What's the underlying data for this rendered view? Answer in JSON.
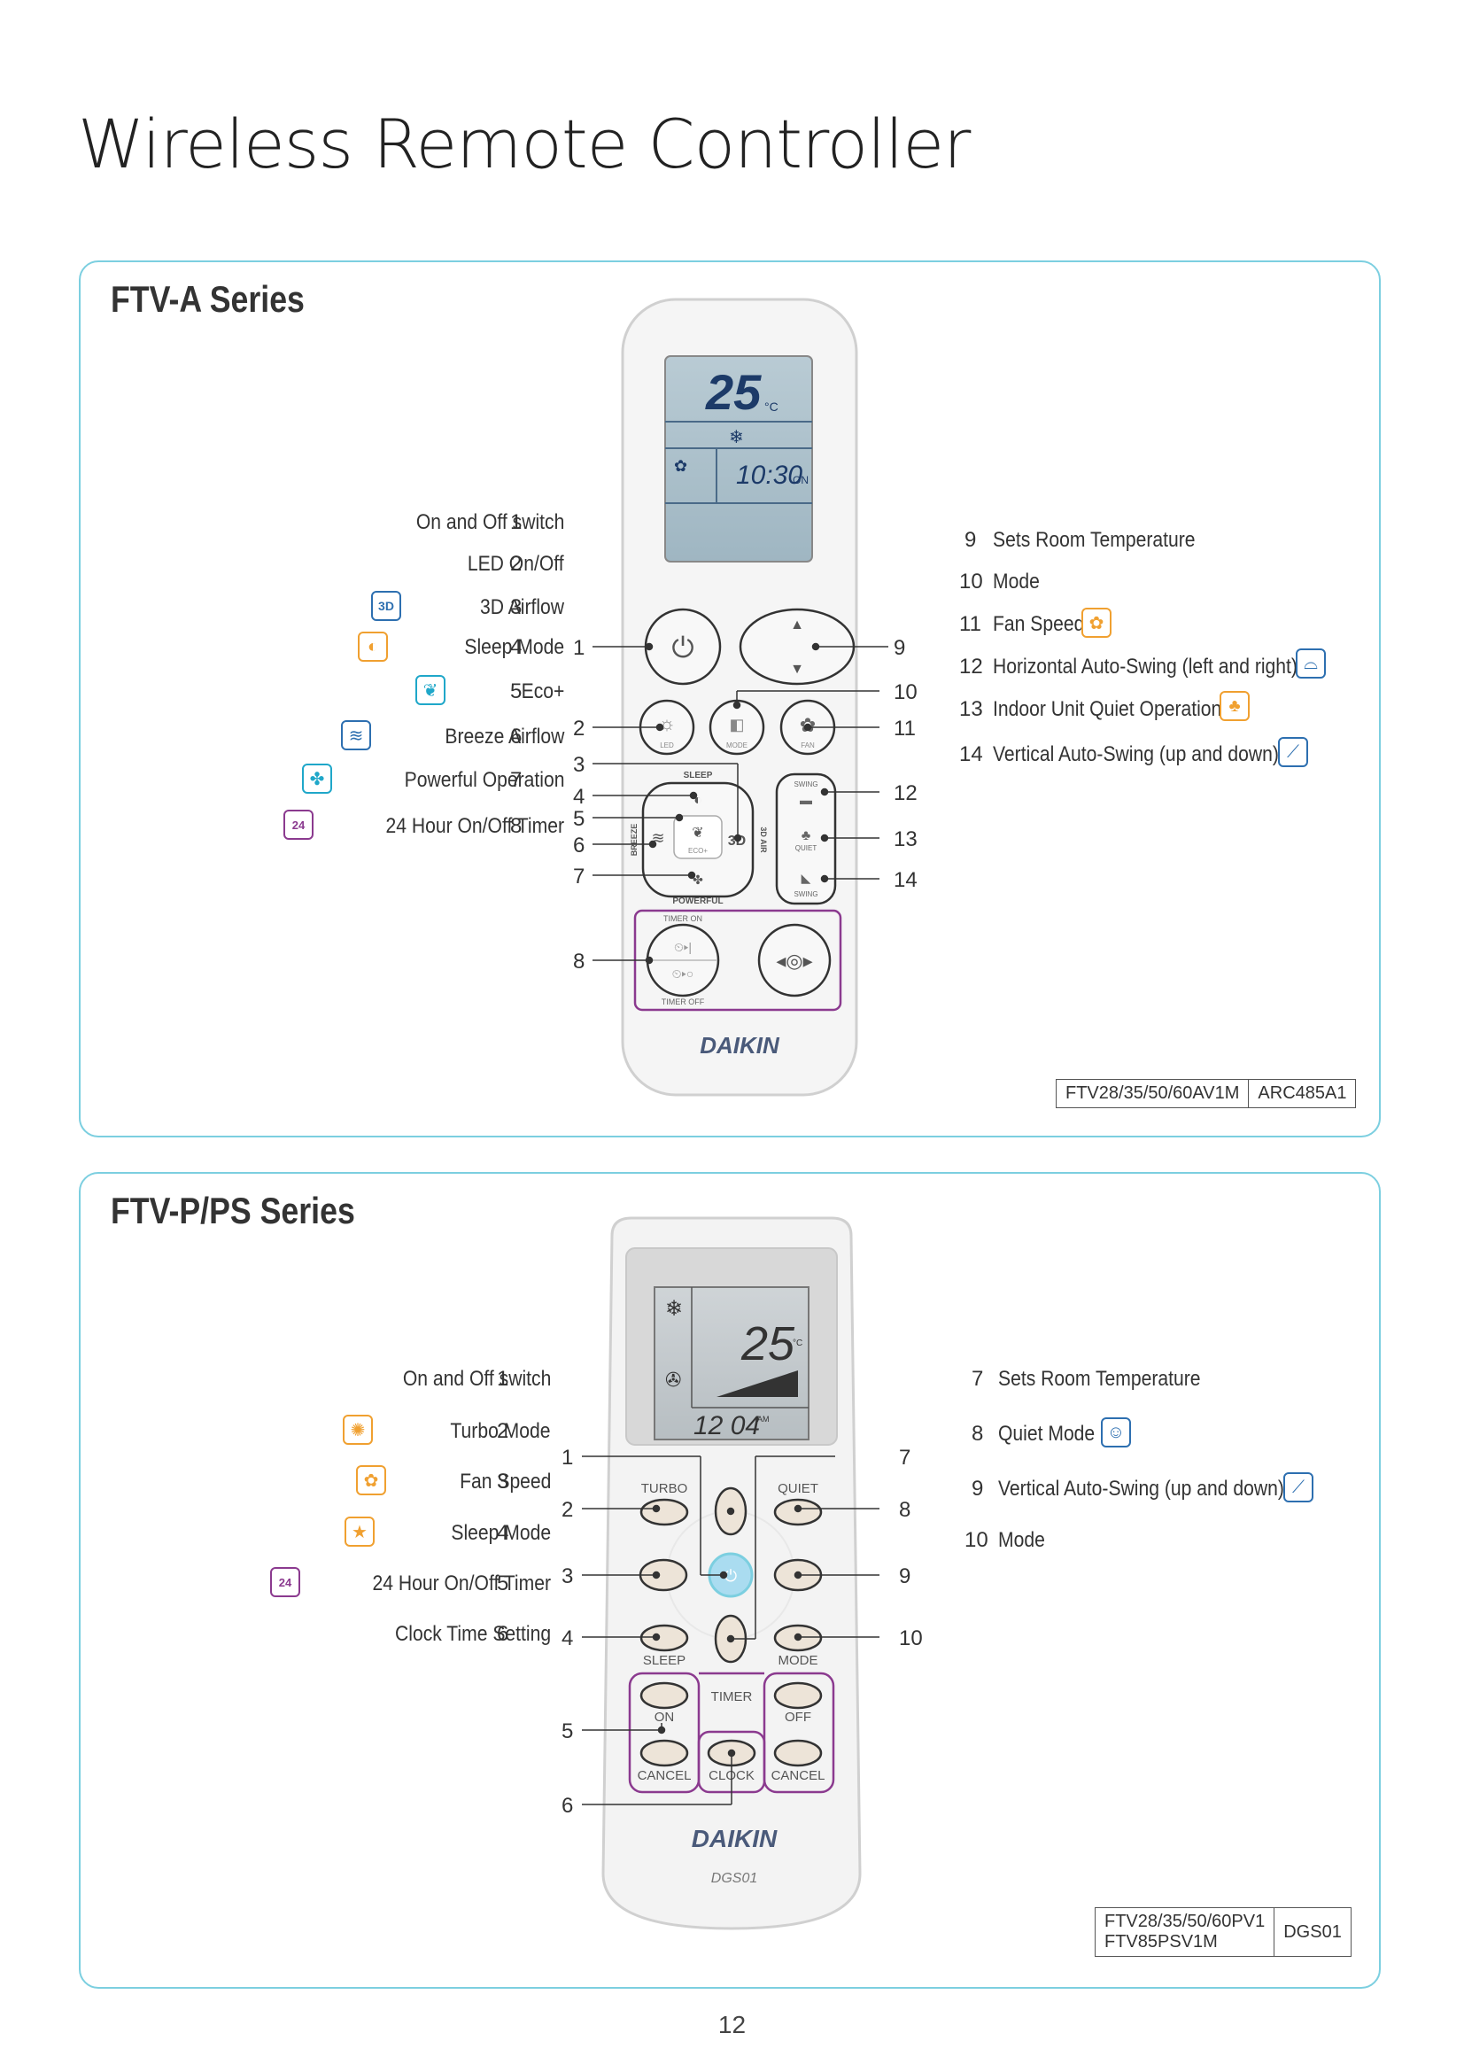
{
  "page_title": "Wireless Remote Controller",
  "page_number": "12",
  "colors": {
    "panel_border": "#7ccfe0",
    "orange": "#f0a030",
    "blue": "#2d6fb0",
    "teal": "#1fa7c9",
    "purple": "#8b3a8f"
  },
  "series_a": {
    "title": "FTV-A Series",
    "left_items": [
      {
        "label": "On and Off switch",
        "num": "1",
        "icon": ""
      },
      {
        "label": "LED On/Off",
        "num": "2",
        "icon": ""
      },
      {
        "label": "3D Airflow",
        "num": "3",
        "icon": "3d-airflow-icon"
      },
      {
        "label": "Sleep Mode",
        "num": "4",
        "icon": "sleep-mode-icon"
      },
      {
        "label": "Eco+",
        "num": "5",
        "icon": "eco-plus-icon"
      },
      {
        "label": "Breeze Airflow",
        "num": "6",
        "icon": "breeze-airflow-icon"
      },
      {
        "label": "Powerful Operation",
        "num": "7",
        "icon": "powerful-icon"
      },
      {
        "label": "24 Hour On/Off Timer",
        "num": "8",
        "icon": "24h-timer-icon"
      }
    ],
    "right_items": [
      {
        "label": "Sets Room Temperature",
        "num": "9",
        "icon": ""
      },
      {
        "label": "Mode",
        "num": "10",
        "icon": ""
      },
      {
        "label": "Fan Speed",
        "num": "11",
        "icon": "fan-speed-icon"
      },
      {
        "label": "Horizontal Auto-Swing (left and right)",
        "num": "12",
        "icon": "horizontal-swing-icon"
      },
      {
        "label": "Indoor Unit Quiet Operation",
        "num": "13",
        "icon": "quiet-operation-icon"
      },
      {
        "label": "Vertical Auto-Swing (up and down)",
        "num": "14",
        "icon": "vertical-swing-icon"
      }
    ],
    "callouts": [
      "1",
      "2",
      "3",
      "4",
      "5",
      "6",
      "7",
      "8",
      "9",
      "10",
      "11",
      "12",
      "13",
      "14"
    ],
    "remote": {
      "lcd_temp": "25",
      "lcd_unit": "°C",
      "lcd_time": "10:30",
      "lcd_on": "ON",
      "btn_led": "LED",
      "btn_mode": "MODE",
      "btn_fan": "FAN",
      "sleep": "SLEEP",
      "breeze": "BREEZE",
      "eco": "ECO+",
      "airflow": "3D AIR",
      "powerful": "POWERFUL",
      "swing": "SWING",
      "quiet": "QUIET",
      "swing2": "SWING",
      "timer_on": "TIMER ON",
      "timer_off": "TIMER OFF",
      "brand": "DAIKIN"
    },
    "model_table": {
      "model": "FTV28/35/50/60AV1M",
      "remote": "ARC485A1"
    }
  },
  "series_p": {
    "title": "FTV-P/PS Series",
    "left_items": [
      {
        "label": "On and Off switch",
        "num": "1",
        "icon": ""
      },
      {
        "label": "Turbo Mode",
        "num": "2",
        "icon": "turbo-mode-icon"
      },
      {
        "label": "Fan Speed",
        "num": "3",
        "icon": "fan-speed-icon"
      },
      {
        "label": "Sleep Mode",
        "num": "4",
        "icon": "sleep-mode-icon"
      },
      {
        "label": "24 Hour On/Off Timer",
        "num": "5",
        "icon": "24h-timer-icon"
      },
      {
        "label": "Clock Time Setting",
        "num": "6",
        "icon": ""
      }
    ],
    "right_items": [
      {
        "label": "Sets Room Temperature",
        "num": "7",
        "icon": ""
      },
      {
        "label": "Quiet Mode",
        "num": "8",
        "icon": "quiet-mode-icon"
      },
      {
        "label": "Vertical Auto-Swing (up and down)",
        "num": "9",
        "icon": "vertical-swing-icon"
      },
      {
        "label": "Mode",
        "num": "10",
        "icon": ""
      }
    ],
    "callouts": [
      "1",
      "2",
      "3",
      "4",
      "5",
      "6",
      "7",
      "8",
      "9",
      "10"
    ],
    "remote": {
      "lcd_temp": "25",
      "lcd_unit": "°C",
      "lcd_time": "12 04",
      "lcd_am": "AM",
      "turbo": "TURBO",
      "quiet": "QUIET",
      "sleep": "SLEEP",
      "mode": "MODE",
      "timer": "TIMER",
      "on": "ON",
      "off": "OFF",
      "cancel": "CANCEL",
      "clock": "CLOCK",
      "cancel2": "CANCEL",
      "brand": "DAIKIN",
      "model_code": "DGS01"
    },
    "model_table": {
      "model": "FTV28/35/50/60PV1\nFTV85PSV1M",
      "remote": "DGS01"
    }
  }
}
